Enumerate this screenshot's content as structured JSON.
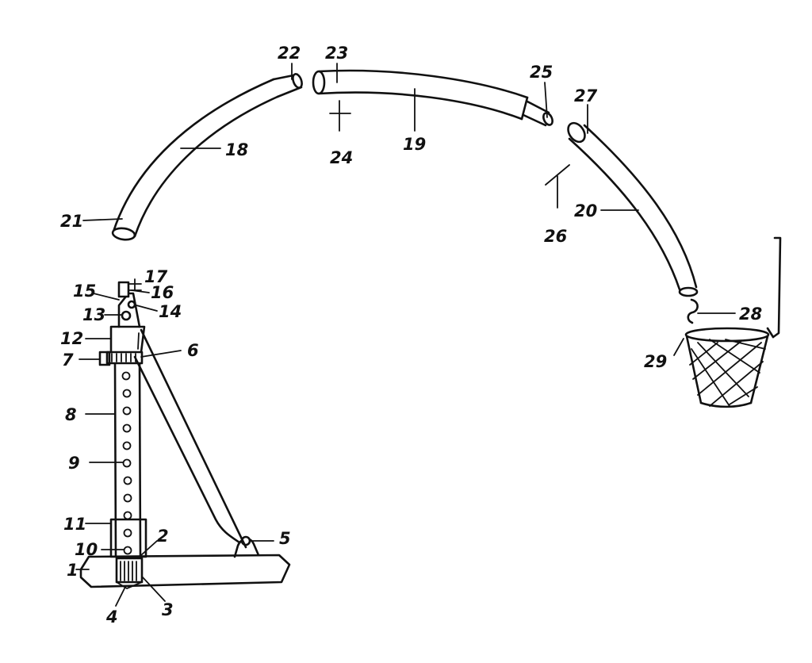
{
  "labels": {
    "l1": "1",
    "l2": "2",
    "l3": "3",
    "l4": "4",
    "l5": "5",
    "l6": "6",
    "l7": "7",
    "l8": "8",
    "l9": "9",
    "l10": "10",
    "l11": "11",
    "l12": "12",
    "l13": "13",
    "l14": "14",
    "l15": "15",
    "l16": "16",
    "l17": "17",
    "l18": "18",
    "l19": "19",
    "l20": "20",
    "l21": "21",
    "l22": "22",
    "l23": "23",
    "l24": "24",
    "l25": "25",
    "l26": "26",
    "l27": "27",
    "l28": "28",
    "l29": "29"
  },
  "colors": {
    "ink": "#111111",
    "paper": "#ffffff"
  }
}
